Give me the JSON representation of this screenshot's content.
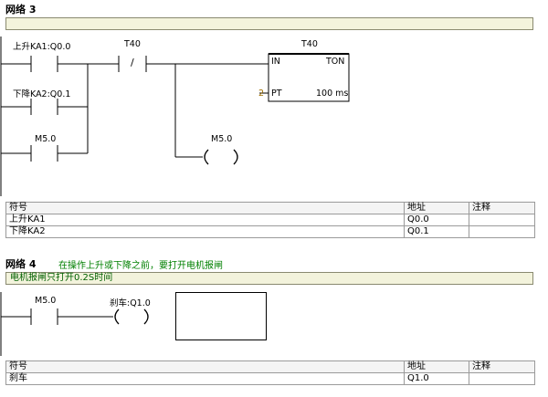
{
  "network3": {
    "title": "网络 3",
    "comment": "",
    "contacts": {
      "c1": "上升KA1:Q0.0",
      "c2": "T40",
      "c3": "下降KA2:Q0.1",
      "c4": "M5.0",
      "coil": "M5.0",
      "c2_symbol": "/"
    },
    "timer": {
      "name": "T40",
      "in": "IN",
      "type": "TON",
      "pt": "PT",
      "pt_value": "2",
      "resolution": "100 ms"
    },
    "table": {
      "headers": [
        "符号",
        "地址",
        "注释"
      ],
      "rows": [
        {
          "symbol": "上升KA1",
          "address": "Q0.0",
          "note": ""
        },
        {
          "symbol": "下降KA2",
          "address": "Q0.1",
          "note": ""
        }
      ]
    }
  },
  "network4": {
    "title": "网络 4",
    "title_comment": "在操作上升或下降之前，要打开电机报闸",
    "comment": "电机报闸只打开0.2S时间",
    "contacts": {
      "c1": "M5.0",
      "coil": "刹车:Q1.0"
    },
    "table": {
      "headers": [
        "符号",
        "地址",
        "注释"
      ],
      "rows": [
        {
          "symbol": "刹车",
          "address": "Q1.0",
          "note": ""
        }
      ]
    }
  }
}
